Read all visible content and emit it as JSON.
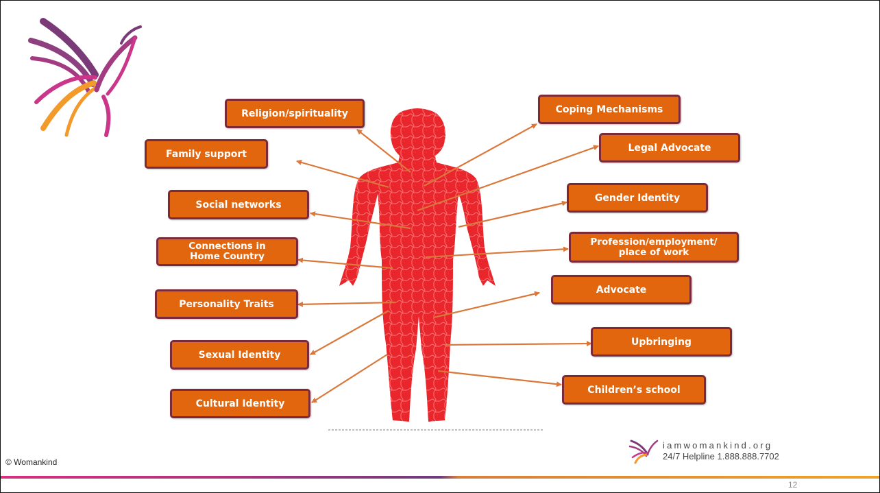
{
  "diagram": {
    "labels": {
      "religion": "Religion/spirituality",
      "family": "Family support",
      "social": "Social networks",
      "connections_1": "Connections in",
      "connections_2": "Home Country",
      "personality": "Personality Traits",
      "sexual": "Sexual Identity",
      "cultural": "Cultural Identity",
      "coping": "Coping Mechanisms",
      "legal": "Legal Advocate",
      "gender": "Gender Identity",
      "profession_1": "Profession/employment/",
      "profession_2": "place of work",
      "advocate": "Advocate",
      "upbringing": "Upbringing",
      "children": "Children’s school"
    }
  },
  "footer": {
    "copyright": "© Womankind",
    "brand_url": "iamwomankind.org",
    "helpline": "24/7 Helpline 1.888.888.7702",
    "page_number": "12"
  },
  "colors": {
    "box_fill": "#e2660e",
    "box_border": "#7b2a3a",
    "arrow": "#d9783a",
    "figure": "#e8262c",
    "logo_purple": "#7a3a78",
    "logo_magenta": "#c9368a",
    "logo_orange": "#f29a2a"
  }
}
